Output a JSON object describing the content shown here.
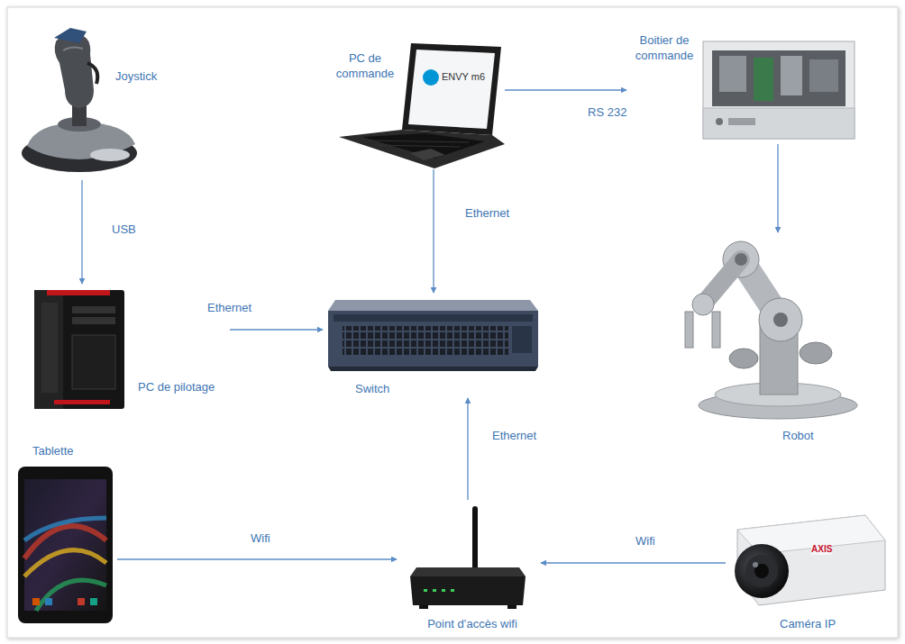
{
  "diagram": {
    "nodes": [
      {
        "text": [
          "Joystick"
        ]
      },
      {
        "text": [
          "PC de commande"
        ]
      },
      {
        "text": [
          "Boitier de commande"
        ]
      },
      {
        "text": [
          "PC de pilotage"
        ]
      },
      {
        "text": [
          "Switch"
        ]
      },
      {
        "text": [
          "Robot"
        ]
      },
      {
        "text": [
          "Tablette"
        ]
      },
      {
        "text": [
          "Point d’accès wifi"
        ]
      },
      {
        "text": [
          "Caméra IP"
        ]
      }
    ],
    "edges": [
      {
        "from": 0,
        "to": 3,
        "label": "USB",
        "arrow": "to"
      },
      {
        "from": 3,
        "to": 4,
        "label": "Ethernet",
        "arrow": "to"
      },
      {
        "from": 1,
        "to": 4,
        "label": "Ethernet",
        "arrow": "to"
      },
      {
        "from": 1,
        "to": 2,
        "label": "RS 232",
        "arrow": "to"
      },
      {
        "from": 2,
        "to": 5,
        "arrow": "to"
      },
      {
        "from": 7,
        "to": 4,
        "label": "Ethernet",
        "arrow": "to"
      },
      {
        "from": 6,
        "to": 7,
        "label": "Wifi",
        "arrow": "to"
      },
      {
        "from": 8,
        "to": 7,
        "label": "Wifi",
        "arrow": "to"
      }
    ],
    "labels": [
      "ENVY m6",
      "AXIS"
    ]
  }
}
